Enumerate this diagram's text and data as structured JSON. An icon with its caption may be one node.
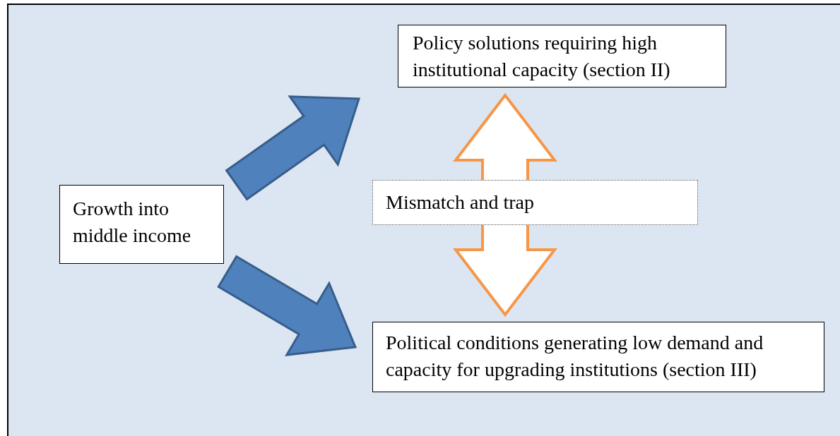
{
  "diagram": {
    "nodes": [
      {
        "text": [
          "Growth into middle income"
        ]
      },
      {
        "text": [
          "Policy solutions requiring high institutional capacity (section II)"
        ]
      },
      {
        "text": [
          "Political conditions generating low demand and capacity for upgrading institutions (section III)"
        ]
      },
      {
        "text": [
          "Mismatch and trap"
        ]
      }
    ],
    "edges": [
      {
        "from": 0,
        "to": 1,
        "arrow": "to",
        "style": "thick"
      },
      {
        "from": 0,
        "to": 2,
        "arrow": "to",
        "style": "thick"
      },
      {
        "from": 1,
        "to": 2,
        "arrow": "both",
        "style": "thick",
        "color": "#f79646"
      }
    ]
  }
}
